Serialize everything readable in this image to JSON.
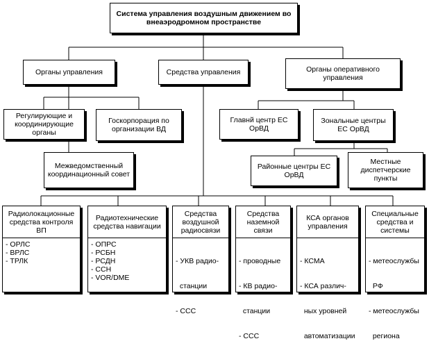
{
  "title": "Система управления воздушным движением во внеаэродромном пространстве",
  "level1": {
    "organy_upravleniya": "Органы управления",
    "sredstva_upravleniya": "Средства управления",
    "organy_operativnogo": "Органы оперативного управления"
  },
  "level2": {
    "reguliruyushchie": "Регулирующие и координирующие органы",
    "goskorporatsiya": "Госкорпорация по организации ВД",
    "mezhvedomstvennyy": "Межведомственный координационный совет",
    "glavnyy_tsentr": "Главнй центр ЕС ОрВД",
    "zonalnye_tsentry": "Зональные центры ЕС ОрВД",
    "rayonnye_tsentry": "Районные центры ЕС ОрВД",
    "mestnye_punkty": "Местные диспетчерские пункты"
  },
  "columns": [
    {
      "title": "Радиолокационные средства контроля ВП",
      "items": [
        "- ОРЛС",
        "- ВРЛС",
        "- ТРЛК"
      ]
    },
    {
      "title": "Радиотехнические средства навигации",
      "items": [
        "- ОПРС",
        "- РСБН",
        "- РСДН",
        "- ССН",
        "- VOR/DME"
      ]
    },
    {
      "title": "Средства воздушной радиосвязи",
      "items": [
        "- УКВ радио-",
        "  станции",
        "- ССС"
      ]
    },
    {
      "title": "Средства наземной связи",
      "items": [
        "- проводные",
        "- КВ радио-",
        "  станции",
        "- ССС"
      ]
    },
    {
      "title": "КСА органов управления",
      "items": [
        "- КСМА",
        "- КСА различ-",
        "  ных уровней",
        "  автоматизации"
      ]
    },
    {
      "title": "Специальные средства и системы",
      "items": [
        "- метеослужбы",
        "  РФ",
        "- метеослужбы",
        "  региона"
      ]
    }
  ]
}
